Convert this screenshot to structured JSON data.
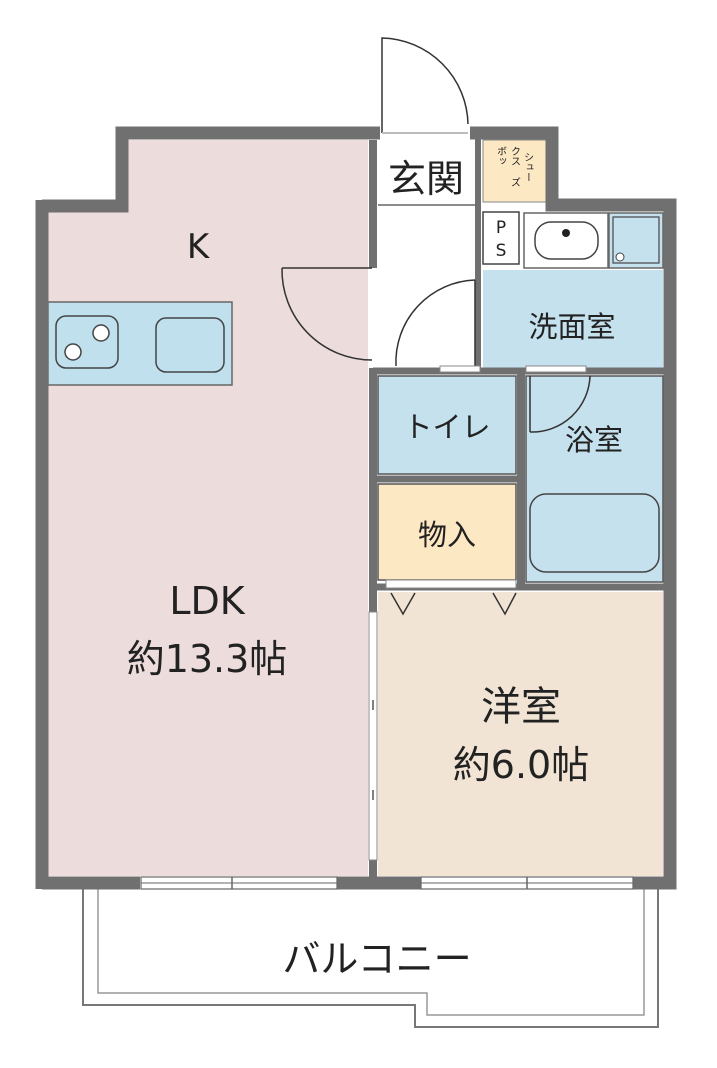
{
  "rooms": {
    "kitchen": "K",
    "ldk_name": "LDK",
    "ldk_size": "約13.3帖",
    "entrance": "玄関",
    "shoe_box": [
      "シュー",
      "ズ",
      "ボッ",
      "クス"
    ],
    "ps": [
      "P",
      "S"
    ],
    "washroom": "洗面室",
    "toilet": "トイレ",
    "bath": "浴室",
    "storage": "物入",
    "western_name": "洋室",
    "western_size": "約6.0帖",
    "balcony": "バルコニー"
  },
  "colors": {
    "wall": "#707070",
    "ldk": "#ecdcdc",
    "western": "#f1e4d4",
    "wet": "#c6e1ee",
    "storage": "#fde8c4",
    "fixture": "#bfe0ec"
  }
}
